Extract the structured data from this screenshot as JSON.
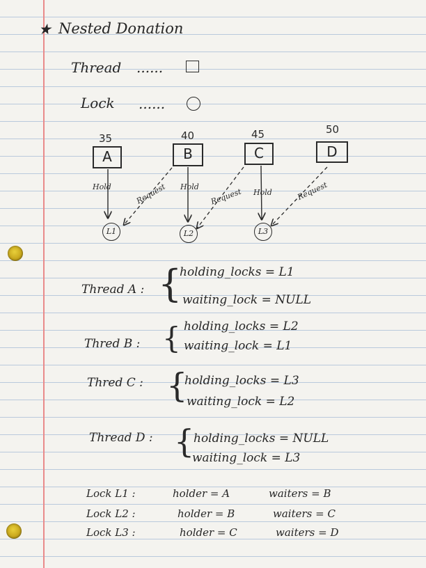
{
  "title": "Nested Donation",
  "legend": {
    "thread_label": "Thread",
    "thread_dots": "......",
    "lock_label": "Lock",
    "lock_dots": "......"
  },
  "threads": [
    {
      "name": "A",
      "priority": "35"
    },
    {
      "name": "B",
      "priority": "40"
    },
    {
      "name": "C",
      "priority": "45"
    },
    {
      "name": "D",
      "priority": "50"
    }
  ],
  "locks": [
    "L1",
    "L2",
    "L3"
  ],
  "edge_labels": {
    "hold": "Hold",
    "request": "Request"
  },
  "thread_states": [
    {
      "label": "Thread A :",
      "holding": "holding_locks = L1",
      "waiting": "waiting_lock = NULL"
    },
    {
      "label": "Thred B :",
      "holding": "holding_locks = L2",
      "waiting": "waiting_lock = L1"
    },
    {
      "label": "Thred C :",
      "holding": "holding_locks = L3",
      "waiting": "waiting_lock = L2"
    },
    {
      "label": "Thread D :",
      "holding": "holding_locks = NULL",
      "waiting": "waiting_lock = L3"
    }
  ],
  "lock_table": [
    {
      "lock": "Lock L1 :",
      "holder": "holder = A",
      "waiters": "waiters = B"
    },
    {
      "lock": "Lock L2 :",
      "holder": "holder = B",
      "waiters": "waiters = C"
    },
    {
      "lock": "Lock L3 :",
      "holder": "holder = C",
      "waiters": "waiters = D"
    }
  ]
}
